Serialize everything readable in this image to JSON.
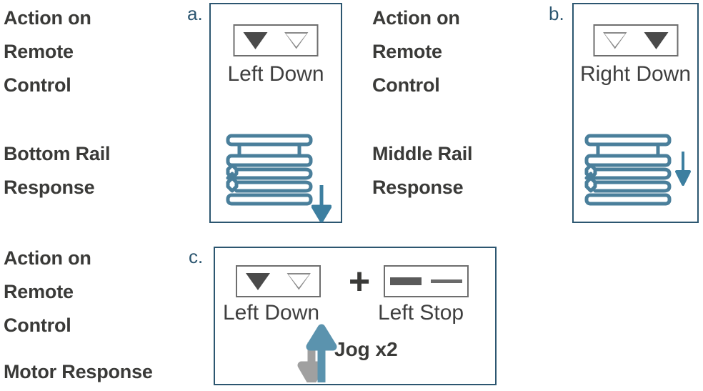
{
  "colors": {
    "panel_border": "#2c5670",
    "blind_blue": "#4a7f9b",
    "arrow_blue": "#4a88a8",
    "arrow_gray": "#a0a0a0",
    "heading_text": "#3a3a38",
    "caption_text": "#3f3f3f",
    "letter_label": "#2c5670",
    "remote_border": "#6e6e6e",
    "triangle_solid": "#4a4a4a",
    "triangle_outline": "#8a8a8a"
  },
  "panels": {
    "a": {
      "letter": "a.",
      "action_heading": "Action on\nRemote\nControl",
      "response_heading": "Bottom Rail\nResponse",
      "button_caption": "Left\nDown",
      "button": {
        "left_icon": "triangle-down-solid-icon",
        "right_icon": "triangle-down-outline-icon"
      },
      "shade_icon": "cellular-shade-icon",
      "motion_arrow": "arrow-down-icon"
    },
    "b": {
      "letter": "b.",
      "action_heading": "Action on\nRemote\nControl",
      "response_heading": "Middle Rail\nResponse",
      "button_caption": "Right\nDown",
      "button": {
        "left_icon": "triangle-down-outline-icon",
        "right_icon": "triangle-down-solid-icon"
      },
      "shade_icon": "cellular-shade-icon",
      "motion_arrow": "arrow-down-icon"
    },
    "c": {
      "letter": "c.",
      "action_heading": "Action on\nRemote\nControl",
      "response_heading": "Motor Response",
      "left_button_caption": "Left Down",
      "right_button_caption": "Left Stop",
      "combiner": "+",
      "left_button": {
        "left_icon": "triangle-down-solid-icon",
        "right_icon": "triangle-down-outline-icon"
      },
      "right_button": {
        "left_icon": "bar-thick-icon",
        "right_icon": "bar-thin-icon"
      },
      "jog_label": "Jog x2",
      "jog_icon": "up-down-jog-arrows-icon"
    }
  }
}
